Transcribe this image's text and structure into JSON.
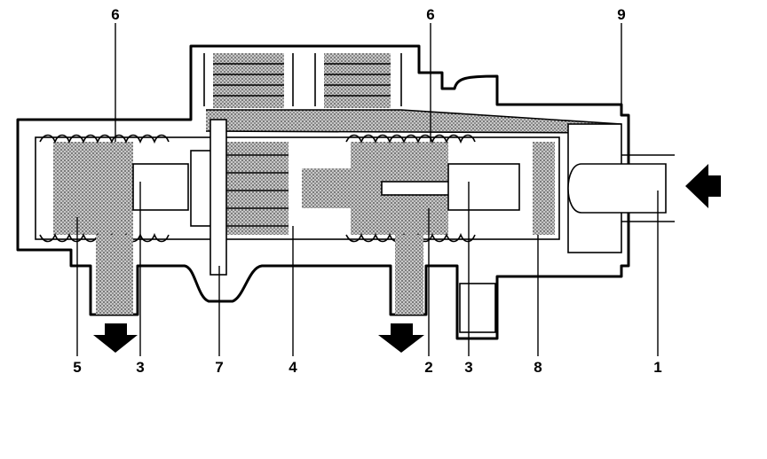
{
  "diagram": {
    "labels": {
      "l6a": "6",
      "l6b": "6",
      "l9": "9",
      "l5": "5",
      "l3a": "3",
      "l7": "7",
      "l4": "4",
      "l2": "2",
      "l3b": "3",
      "l8": "8",
      "l1": "1"
    },
    "colors": {
      "ink": "#000000",
      "background": "#ffffff",
      "fill": "#9a9a9a"
    },
    "icons": [
      "arrow-down-icon",
      "arrow-down-icon",
      "arrow-left-icon"
    ]
  }
}
